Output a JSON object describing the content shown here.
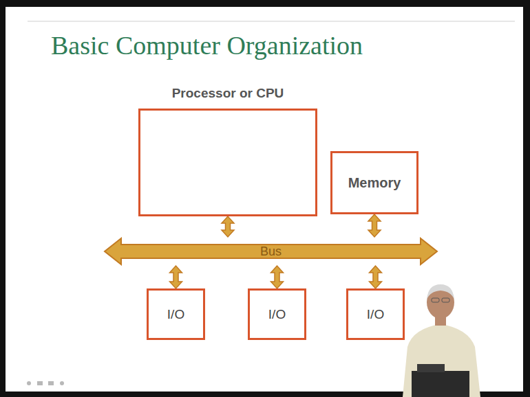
{
  "diagram": {
    "title": "Basic Computer Organization",
    "nodes": [
      {
        "text": [
          "Processor or CPU"
        ]
      },
      {
        "text": [
          "Memory"
        ]
      },
      {
        "text": [
          "Bus"
        ]
      },
      {
        "text": [
          "I/O"
        ]
      },
      {
        "text": [
          "I/O"
        ]
      },
      {
        "text": [
          "I/O"
        ]
      }
    ],
    "edges": [
      {
        "from": 0,
        "to": 2,
        "arrow": "both"
      },
      {
        "from": 1,
        "to": 2,
        "arrow": "both"
      },
      {
        "from": 2,
        "to": 3,
        "arrow": "both"
      },
      {
        "from": 2,
        "to": 4,
        "arrow": "both"
      },
      {
        "from": 2,
        "to": 5,
        "arrow": "both"
      }
    ]
  }
}
